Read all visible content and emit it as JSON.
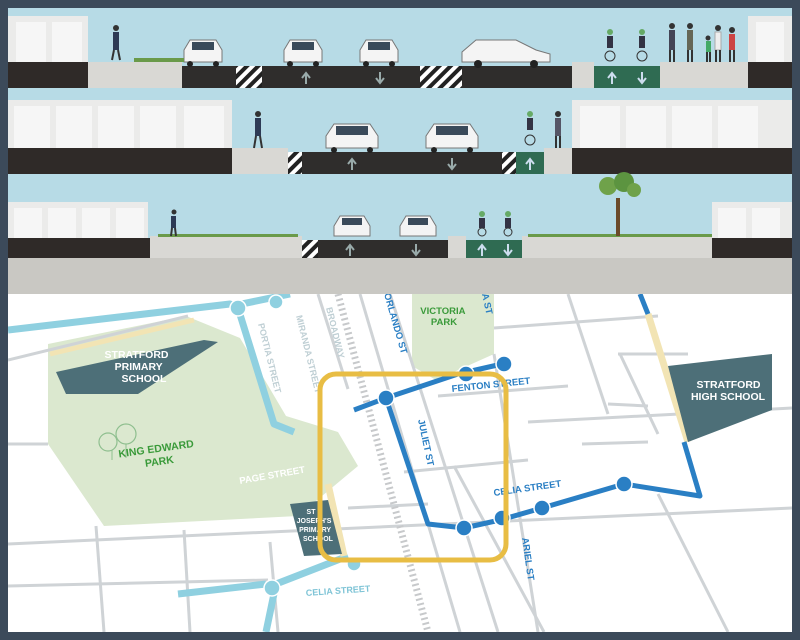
{
  "street_sections": [
    {
      "name": "section-1",
      "lanes": [
        "footpath",
        "parking-lane",
        "buffer",
        "travel-lane-up",
        "travel-lane-down",
        "buffer",
        "parking-lane",
        "separated-bike-lane",
        "footpath"
      ]
    },
    {
      "name": "section-2",
      "lanes": [
        "footpath",
        "buffer",
        "travel-lane-up",
        "travel-lane-down",
        "buffer",
        "separated-bike-lane",
        "footpath"
      ]
    },
    {
      "name": "section-3",
      "lanes": [
        "footpath",
        "buffer",
        "travel-lane-up",
        "travel-lane-down",
        "bike-lane-pair",
        "footpath"
      ]
    }
  ],
  "map": {
    "schools": {
      "stratford_primary": [
        "STRATFORD",
        "PRIMARY",
        "SCHOOL"
      ],
      "stratford_high": [
        "STRATFORD",
        "HIGH SCHOOL"
      ],
      "st_josephs": [
        "ST",
        "JOSEPH'S",
        "PRIMARY",
        "SCHOOL"
      ]
    },
    "parks": {
      "victoria": [
        "VICTORIA",
        "PARK"
      ],
      "king_edward": [
        "KING EDWARD",
        "PARK"
      ]
    },
    "streets": {
      "portia": "PORTIA STREET",
      "miranda": "MIRANDA STREET",
      "broadway": "BROADWAY",
      "orlando": "ORLANDO ST",
      "fenton": "FENTON STREET",
      "juliet": "JULIET ST",
      "page": "PAGE STREET",
      "celia_west": "CELIA STREET",
      "celia_east": "CELIA STREET",
      "ariel": "ARIEL ST",
      "viola_fragment": "A ST"
    },
    "colors": {
      "route": "#2a7fc4",
      "route_secondary": "#8fd0e0",
      "school": "#4d6f78",
      "park": "#dbe8cf",
      "park_label": "#3a9a3a",
      "highlight": "#e8bd44",
      "road": "#cfd3d6"
    }
  }
}
